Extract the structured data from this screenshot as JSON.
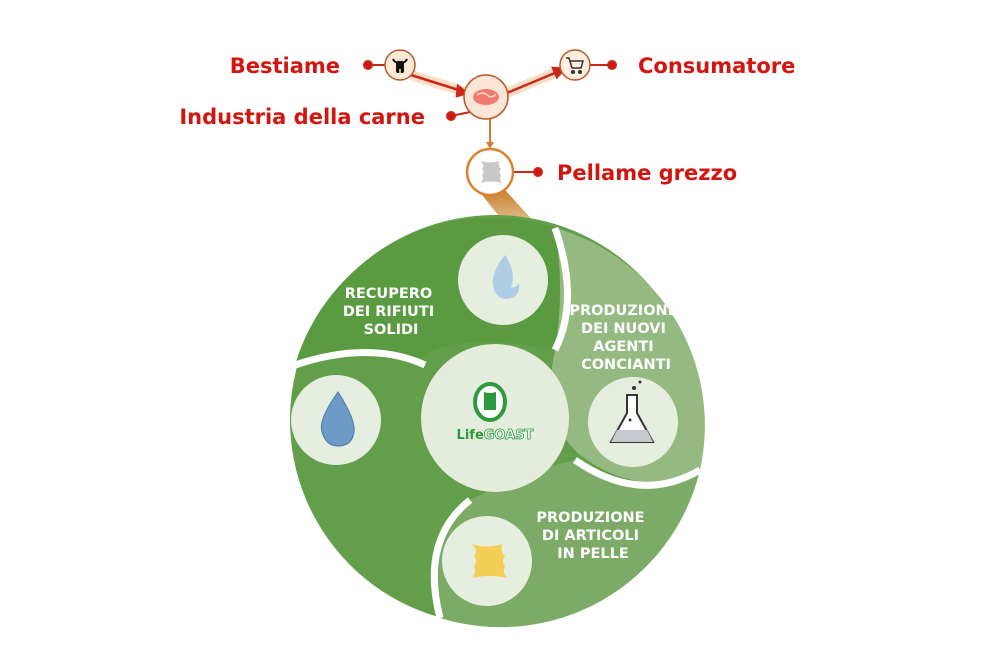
{
  "supply_chain": {
    "livestock": "Bestiame",
    "meat_industry": "Industria della carne",
    "consumer": "Consumatore",
    "raw_hides": "Pellame grezzo"
  },
  "cycle": {
    "solid_waste": [
      "RECUPERO",
      "DEI RIFIUTI",
      "SOLIDI"
    ],
    "tanning_agents": [
      "PRODUZIONE",
      "DEI NUOVI",
      "AGENTI",
      "CONCIANTI"
    ],
    "leather_goods": [
      "PRODUZIONE",
      "DI ARTICOLI",
      "IN PELLE"
    ],
    "logo": {
      "prefix": "Life",
      "suffix": "GOAST"
    }
  },
  "colors": {
    "accent_red": "#d2150f",
    "green_dark": "#5c9b44",
    "green_light": "#93b880"
  }
}
